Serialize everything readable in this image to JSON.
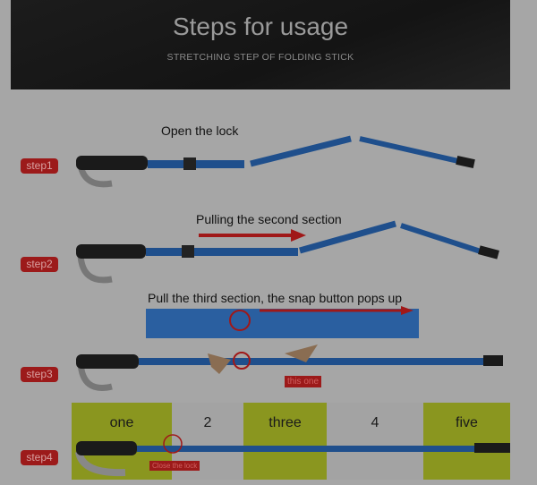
{
  "header": {
    "title": "Steps for usage",
    "subtitle": "STRETCHING STEP OF FOLDING STICK"
  },
  "steps": [
    {
      "label": "step1",
      "caption": "Open the lock"
    },
    {
      "label": "step2",
      "caption": "Pulling the second section"
    },
    {
      "label": "step3",
      "caption": "Pull the third section, the snap button pops up",
      "tag": "this one"
    },
    {
      "label": "step4",
      "tag": "Close the lock"
    }
  ],
  "sections": [
    "one",
    "2",
    "three",
    "4",
    "five"
  ],
  "colors": {
    "pole": "#1f4f8c",
    "badge": "#9c1a1a",
    "section": "#8a961f"
  }
}
